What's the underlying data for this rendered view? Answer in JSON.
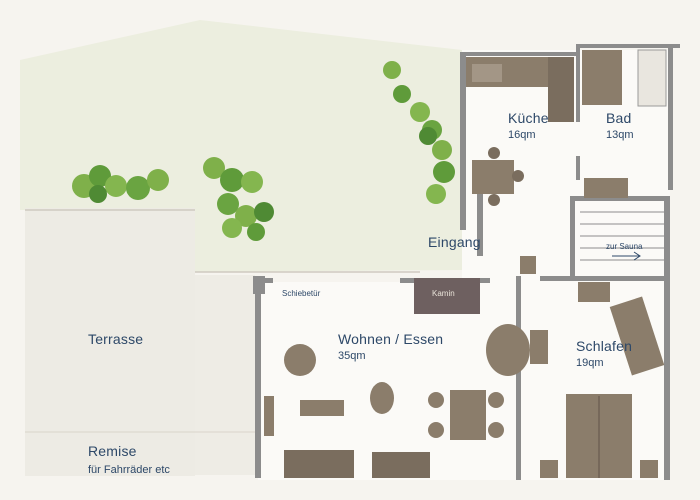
{
  "plan": {
    "rooms": {
      "kueche": {
        "name": "Küche",
        "area": "16qm"
      },
      "bad": {
        "name": "Bad",
        "area": "13qm"
      },
      "eingang": {
        "name": "Eingang"
      },
      "wohnen": {
        "name": "Wohnen / Essen",
        "area": "35qm"
      },
      "schlafen": {
        "name": "Schlafen",
        "area": "19qm"
      },
      "terrasse": {
        "name": "Terrasse"
      },
      "remise": {
        "name": "Remise",
        "note": "für Fahrräder etc"
      }
    },
    "annotations": {
      "schiebetuer": "Schiebetür",
      "kamin": "Kamin",
      "sauna": "zur Sauna"
    }
  },
  "colors": {
    "paper": "#f6f4ef",
    "garden": "#ebeede",
    "terrace": "#edecE6",
    "wall": "#8a8a8a",
    "furniture": "#8b7d6b",
    "furniture_dark": "#6e6154",
    "kamin": "#6e6060",
    "text": "#2d4868",
    "tree": "#7fb04a",
    "tree_dark": "#4f8a34"
  }
}
